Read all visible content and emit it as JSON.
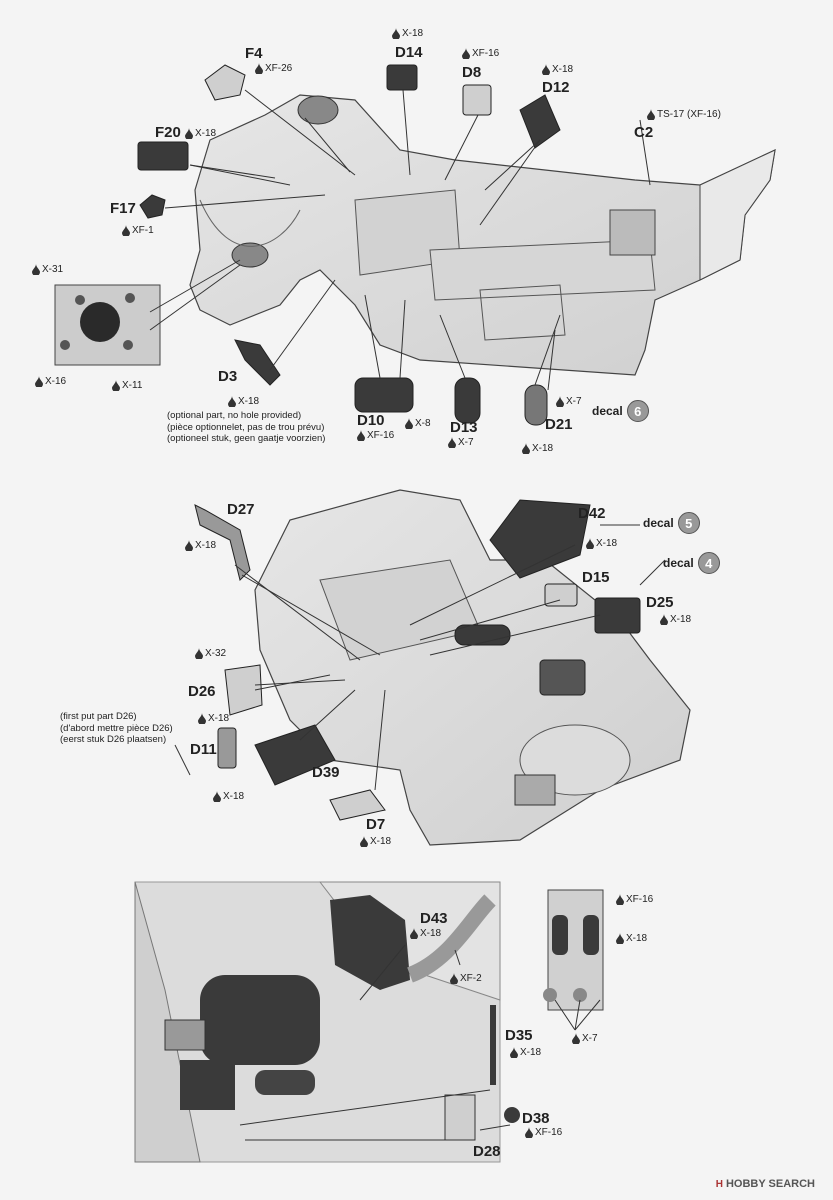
{
  "parts": {
    "F4": "F4",
    "D14": "D14",
    "D8": "D8",
    "D12": "D12",
    "F20": "F20",
    "C2": "C2",
    "F17": "F17",
    "D3": "D3",
    "D10": "D10",
    "D13": "D13",
    "D21": "D21",
    "D27": "D27",
    "D42": "D42",
    "D15": "D15",
    "D25": "D25",
    "D26": "D26",
    "D11": "D11",
    "D39": "D39",
    "D7": "D7",
    "D43": "D43",
    "D35": "D35",
    "D38": "D38",
    "D28": "D28"
  },
  "paints": {
    "f4": "XF-26",
    "d14": "X-18",
    "d8": "XF-16",
    "d12": "X-18",
    "f20": "X-18",
    "c2": "TS-17 (XF-16)",
    "f17": "XF-1",
    "x31": "X-31",
    "x16": "X-16",
    "x11": "X-11",
    "d3": "X-18",
    "d10a": "XF-16",
    "d10b": "X-8",
    "d13": "X-7",
    "d21a": "X-7",
    "d21b": "X-18",
    "d27": "X-18",
    "d42": "X-18",
    "d25": "X-18",
    "x32": "X-32",
    "d26": "X-18",
    "d11": "X-18",
    "d7": "X-18",
    "d43": "X-18",
    "xf2": "XF-2",
    "d35": "X-18",
    "d38": "XF-16",
    "r_xf16": "XF-16",
    "r_x18": "X-18",
    "r_x7": "X-7"
  },
  "notes": {
    "d3": [
      "(optional part, no hole provided)",
      "(pièce optionnelet, pas de trou prévu)",
      "(optioneel stuk, geen gaatje voorzien)"
    ],
    "d26": [
      "(first put part D26)",
      "(d'abord mettre pièce D26)",
      "(eerst stuk D26 plaatsen)"
    ]
  },
  "decals": {
    "top": {
      "label": "decal",
      "num": "6"
    },
    "mid1": {
      "label": "decal",
      "num": "5"
    },
    "mid2": {
      "label": "decal",
      "num": "4"
    }
  },
  "watermark": {
    "brand": "HOBBY SEARCH",
    "mark": "H"
  },
  "colors": {
    "ink": "#222222",
    "part": "#3a3a3a",
    "chassis": "#d9d9d9",
    "decal": "#999999"
  }
}
